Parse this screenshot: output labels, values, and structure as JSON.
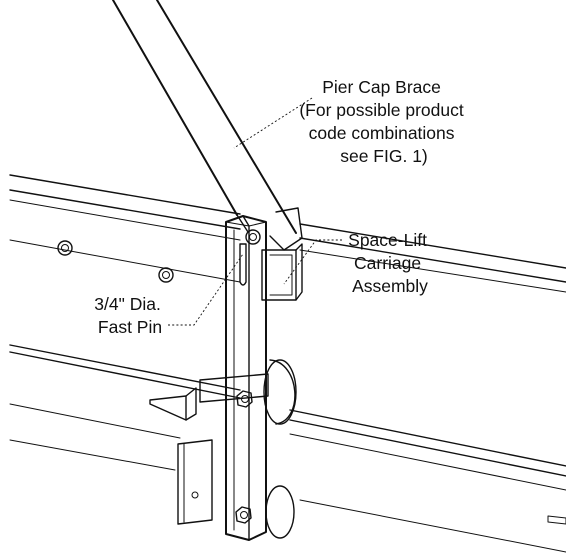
{
  "labels": {
    "pier_cap_brace": [
      "Pier Cap Brace",
      "(For possible product",
      "code combinations",
      "see FIG. 1)"
    ],
    "carriage": [
      "Space-Lift",
      "Carriage",
      "Assembly"
    ],
    "fast_pin": [
      "3/4\" Dia.",
      "Fast Pin"
    ]
  }
}
